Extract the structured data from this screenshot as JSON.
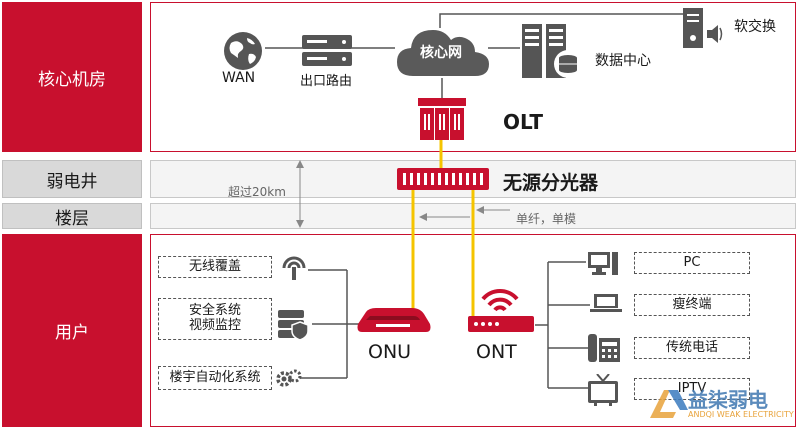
{
  "zones": {
    "core": "核心机房",
    "riser": "弱电井",
    "floor": "楼层",
    "user": "用户"
  },
  "core_room": {
    "wan": "WAN",
    "egress_router": "出口路由",
    "core_network": "核心网",
    "data_center": "数据中心",
    "softswitch": "软交换",
    "olt": "OLT"
  },
  "riser": {
    "splitter": "无源分光器",
    "distance": "超过20km"
  },
  "floor": {
    "fiber": "单纤，单模"
  },
  "user": {
    "left_services": [
      "无线覆盖",
      "安全系统\n视频监控",
      "楼宇自动化系统"
    ],
    "onu": "ONU",
    "ont": "ONT",
    "right_devices": [
      "PC",
      "瘦终端",
      "传统电话",
      "IPTV"
    ]
  },
  "watermark": {
    "name": "益柒弱电",
    "subtitle": "ANDQI WEAK ELECTRICITY"
  },
  "colors": {
    "brand_red": "#c8102e",
    "fiber_yellow": "#f5c400",
    "icon_grey": "#555555"
  }
}
